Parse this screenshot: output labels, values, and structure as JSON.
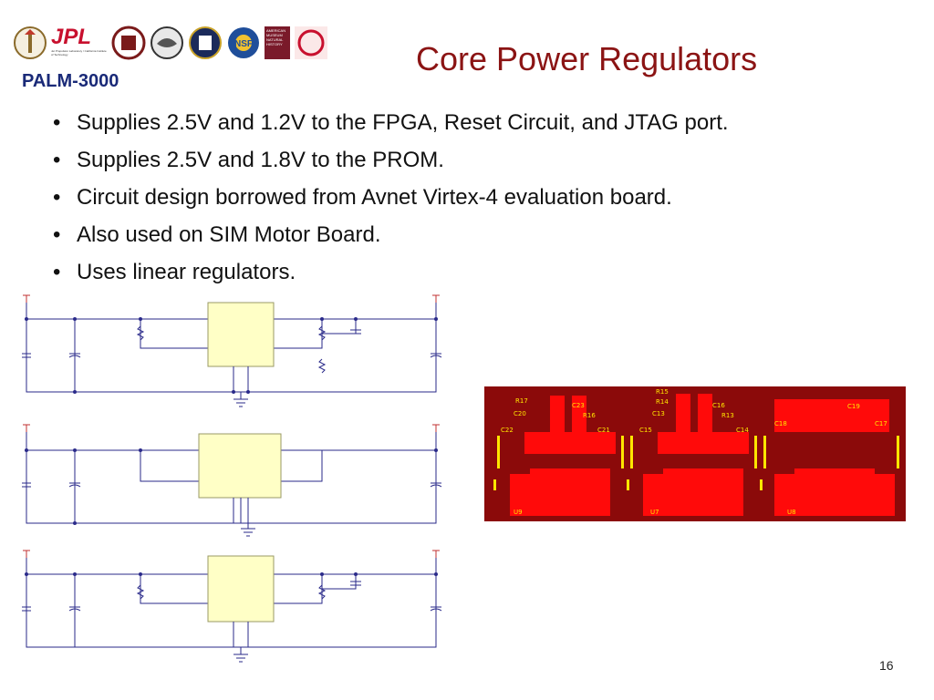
{
  "header": {
    "brand": "PALM-3000",
    "title": "Core Power Regulators",
    "logos": [
      {
        "icon": "torch-seal-logo-icon"
      },
      {
        "icon": "jpl-logo-icon",
        "text": "JPL",
        "subtext": "Jet Propulsion Laboratory / California Institute of Technology"
      },
      {
        "icon": "university-seal-logo-icon"
      },
      {
        "icon": "eagle-seal-logo-icon"
      },
      {
        "icon": "oxford-seal-logo-icon"
      },
      {
        "icon": "nsf-logo-icon",
        "text": "NSF"
      },
      {
        "icon": "amnh-logo-icon",
        "text": "AMERICAN MUSEUM NATURAL HISTORY"
      },
      {
        "icon": "circle-logo-icon"
      }
    ]
  },
  "bullets": [
    "Supplies 2.5V and 1.2V to the FPGA, Reset Circuit, and JTAG port.",
    "Supplies 2.5V and 1.8V to the PROM.",
    "Circuit design borrowed from Avnet Virtex-4 evaluation board.",
    "Also used on SIM Motor Board.",
    "Uses linear regulators."
  ],
  "pcb": {
    "labels": [
      "R17",
      "C20",
      "C23",
      "R16",
      "C22",
      "C21",
      "R15",
      "R14",
      "C13",
      "C16",
      "R13",
      "C15",
      "C14",
      "C19",
      "C18",
      "C17",
      "U9",
      "U7",
      "U8"
    ],
    "colors": {
      "board": "#8b0a0a",
      "copper": "#ff0a0a",
      "silk": "#ffe600"
    }
  },
  "footer": {
    "page_number": "16"
  }
}
